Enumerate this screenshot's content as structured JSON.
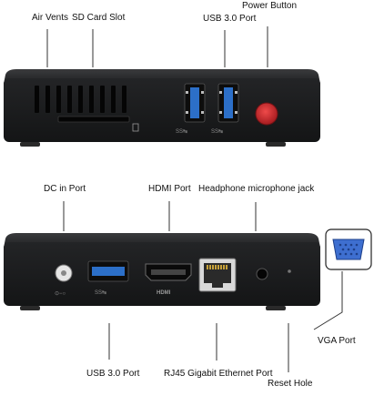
{
  "labels": {
    "air_vents": "Air Vents",
    "sd_card_slot": "SD Card Slot",
    "usb30_port_top": "USB 3.0 Port",
    "power_button": "Power Button",
    "dc_in_port": "DC in Port",
    "hdmi_port": "HDMI Port",
    "headphone_jack": "Headphone microphone jack",
    "vga_port": "VGA  Port",
    "usb30_port_bottom": "USB 3.0 Port",
    "rj45_port": "RJ45 Gigabit Ethernet Port",
    "reset_hole": "Reset Hole"
  },
  "device_markings": {
    "ss_usb_1": "SS↹",
    "ss_usb_2": "SS↹",
    "ss_usb_3": "SS↹",
    "hdmi_logo": "HDMI",
    "dc_symbol": "⊙−○"
  },
  "colors": {
    "device_body": "#1e1f21",
    "device_top": "#2b2c2e",
    "usb_blue": "#2c6fc8",
    "power_red": "#c8262b",
    "leader_line": "#333333"
  }
}
